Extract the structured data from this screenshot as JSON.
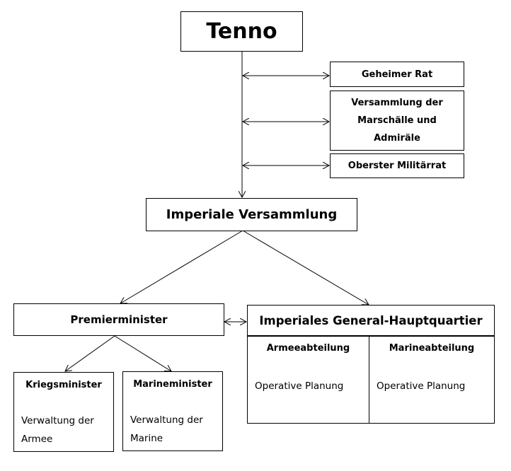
{
  "nodes": {
    "tenno": "Tenno",
    "geheimer_rat": "Geheimer Rat",
    "versammlung_marschaelle": [
      "Versammlung der",
      "Marschälle und",
      "Admiräle"
    ],
    "oberster_militaerrat": "Oberster Militärrat",
    "imperiale_versammlung": "Imperiale Versammlung",
    "premierminister": "Premierminister",
    "general_hauptquartier": {
      "title": "Imperiales General-Hauptquartier",
      "armee": {
        "title": "Armeeabteilung",
        "text": "Operative Planung"
      },
      "marine": {
        "title": "Marineabteilung",
        "text": "Operative Planung"
      }
    },
    "kriegsminister": {
      "title": "Kriegsminister",
      "text": [
        "Verwaltung der",
        "Armee"
      ]
    },
    "marineminister": {
      "title": "Marineminister",
      "text": [
        "Verwaltung der",
        "Marine"
      ]
    }
  },
  "colors": {
    "line": "#000000",
    "background": "#ffffff"
  }
}
